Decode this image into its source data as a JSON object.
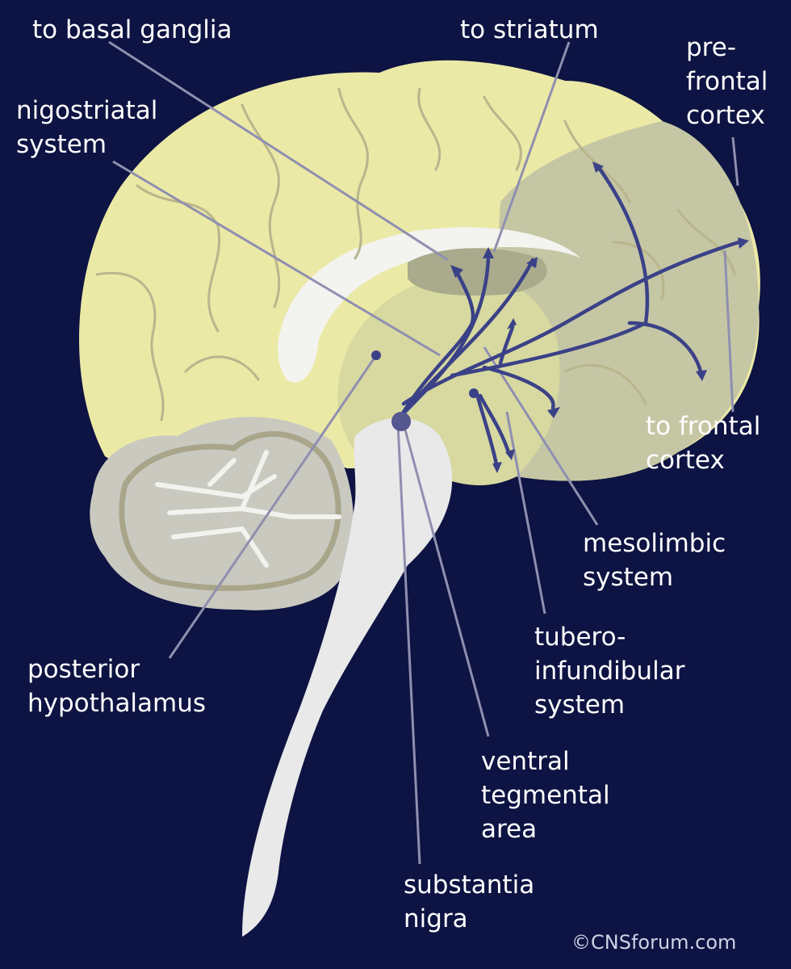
{
  "colors": {
    "background": "#0d1342",
    "cerebrum": "#ebe9a6",
    "frontal_region": "#c5c6a4",
    "cerebellum": "#c9c9c0",
    "brainstem": "#e9e9ea",
    "pathway": "#3b4187",
    "leader_line": "#8f8fb0",
    "label_text": "#ffffff"
  },
  "labels": {
    "to_basal_ganglia": [
      "to basal ganglia"
    ],
    "to_striatum": [
      "to striatum"
    ],
    "prefrontal_cortex": [
      "pre-",
      "frontal",
      "cortex"
    ],
    "nigrostriatal_system": [
      "nigostriatal",
      "system"
    ],
    "to_frontal_cortex": [
      "to frontal",
      "cortex"
    ],
    "mesolimbic_system": [
      "mesolimbic",
      "system"
    ],
    "tuberoinfundibular_system": [
      "tubero-",
      "infundibular",
      "system"
    ],
    "posterior_hypothalamus": [
      "posterior",
      "hypothalamus"
    ],
    "ventral_tegmental_area": [
      "ventral",
      "tegmental",
      "area"
    ],
    "substantia_nigra": [
      "substantia",
      "nigra"
    ]
  },
  "credit": "©CNSforum.com"
}
